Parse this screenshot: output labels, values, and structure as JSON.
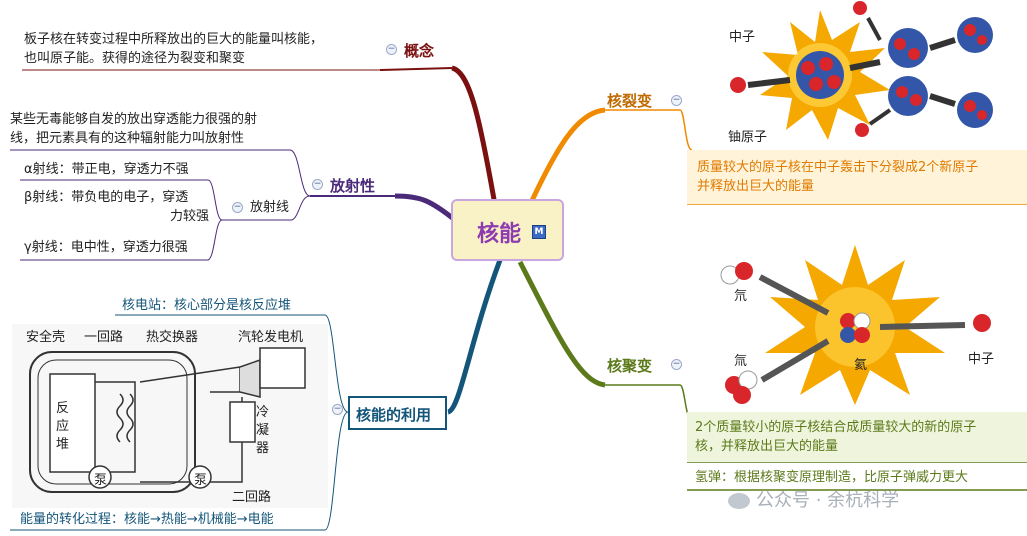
{
  "center": {
    "title": "核能",
    "badge": "M"
  },
  "concept": {
    "label": "概念",
    "desc_line1": "板子核在转变过程中所释放出的巨大的能量叫核能，",
    "desc_line2": "也叫原子能。获得的途径为裂变和聚变"
  },
  "radioactivity": {
    "label": "放射性",
    "desc_line1": "某些无毒能够自发的放出穿透能力很强的射",
    "desc_line2": "线，把元素具有的这种辐射能力叫放射性",
    "rays_label": "放射线",
    "alpha": "α射线：带正电，穿透力不强",
    "beta_line1": "β射线：带负电的电子，穿透",
    "beta_line2": "力较强",
    "gamma": "γ射线：电中性，穿透力很强"
  },
  "utilization": {
    "label": "核能的利用",
    "plant": "核电站：核心部分是核反应堆",
    "conversion": "能量的转化过程：核能→热能→机械能→电能",
    "diagram_labels": {
      "shell": "安全壳",
      "loop1": "一回路",
      "heat_exchanger": "热交换器",
      "turbine": "汽轮发电机",
      "reactor": "反应堆",
      "condenser": "冷凝器",
      "pump": "泵",
      "loop2": "二回路"
    }
  },
  "fission": {
    "label": "核裂变",
    "neutron": "中子",
    "uranium": "铀原子",
    "desc_line1": "质量较大的原子核在中子轰击下分裂成2个新原子",
    "desc_line2": "并释放出巨大的能量"
  },
  "fusion": {
    "label": "核聚变",
    "deuterium": "氘",
    "tritium": "氚",
    "helium": "氦",
    "neutron": "中子",
    "desc_line1": "2个质量较小的原子核结合成质量较大的新的原子",
    "desc_line2": "核，并释放出巨大的能量",
    "hbomb": "氢弹：根据核聚变原理制造，比原子弹威力更大"
  },
  "watermark": "公众号 · 余杭科学",
  "colors": {
    "concept": "#7a1010",
    "radioactivity": "#4b2a7a",
    "utilization": "#14557a",
    "fission": "#f08a00",
    "fusion": "#5c7a1a",
    "center_text": "#8e3bb0"
  }
}
